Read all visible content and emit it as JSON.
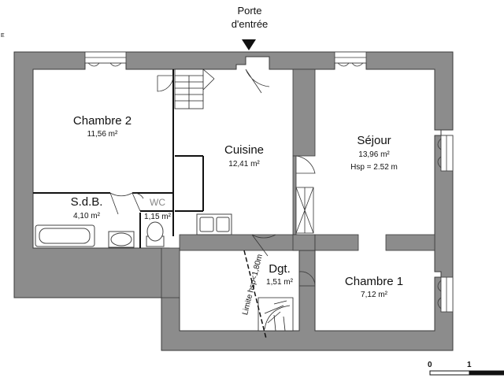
{
  "entrance": {
    "line1": "Porte",
    "line2": "d'entrée"
  },
  "corner_mark": "E",
  "rooms": {
    "chambre2": {
      "name": "Chambre 2",
      "area": "11,56 m²"
    },
    "cuisine": {
      "name": "Cuisine",
      "area": "12,41 m²"
    },
    "sejour": {
      "name": "Séjour",
      "area": "13,96 m²",
      "hsp": "Hsp = 2.52 m"
    },
    "sdb": {
      "name": "S.d.B.",
      "area": "4,10 m²"
    },
    "wc": {
      "name": "WC",
      "area": "1,15 m²"
    },
    "dgt": {
      "name": "Dgt.",
      "area": "1,51 m²"
    },
    "chambre1": {
      "name": "Chambre 1",
      "area": "7,12 m²"
    }
  },
  "limit_label": "Limite hsp<1,80m",
  "scale": {
    "zero": "0",
    "one": "1"
  },
  "colors": {
    "wall": "#8c8c8c",
    "wall_edge": "#3a3a3a",
    "fixture": "#444444"
  }
}
